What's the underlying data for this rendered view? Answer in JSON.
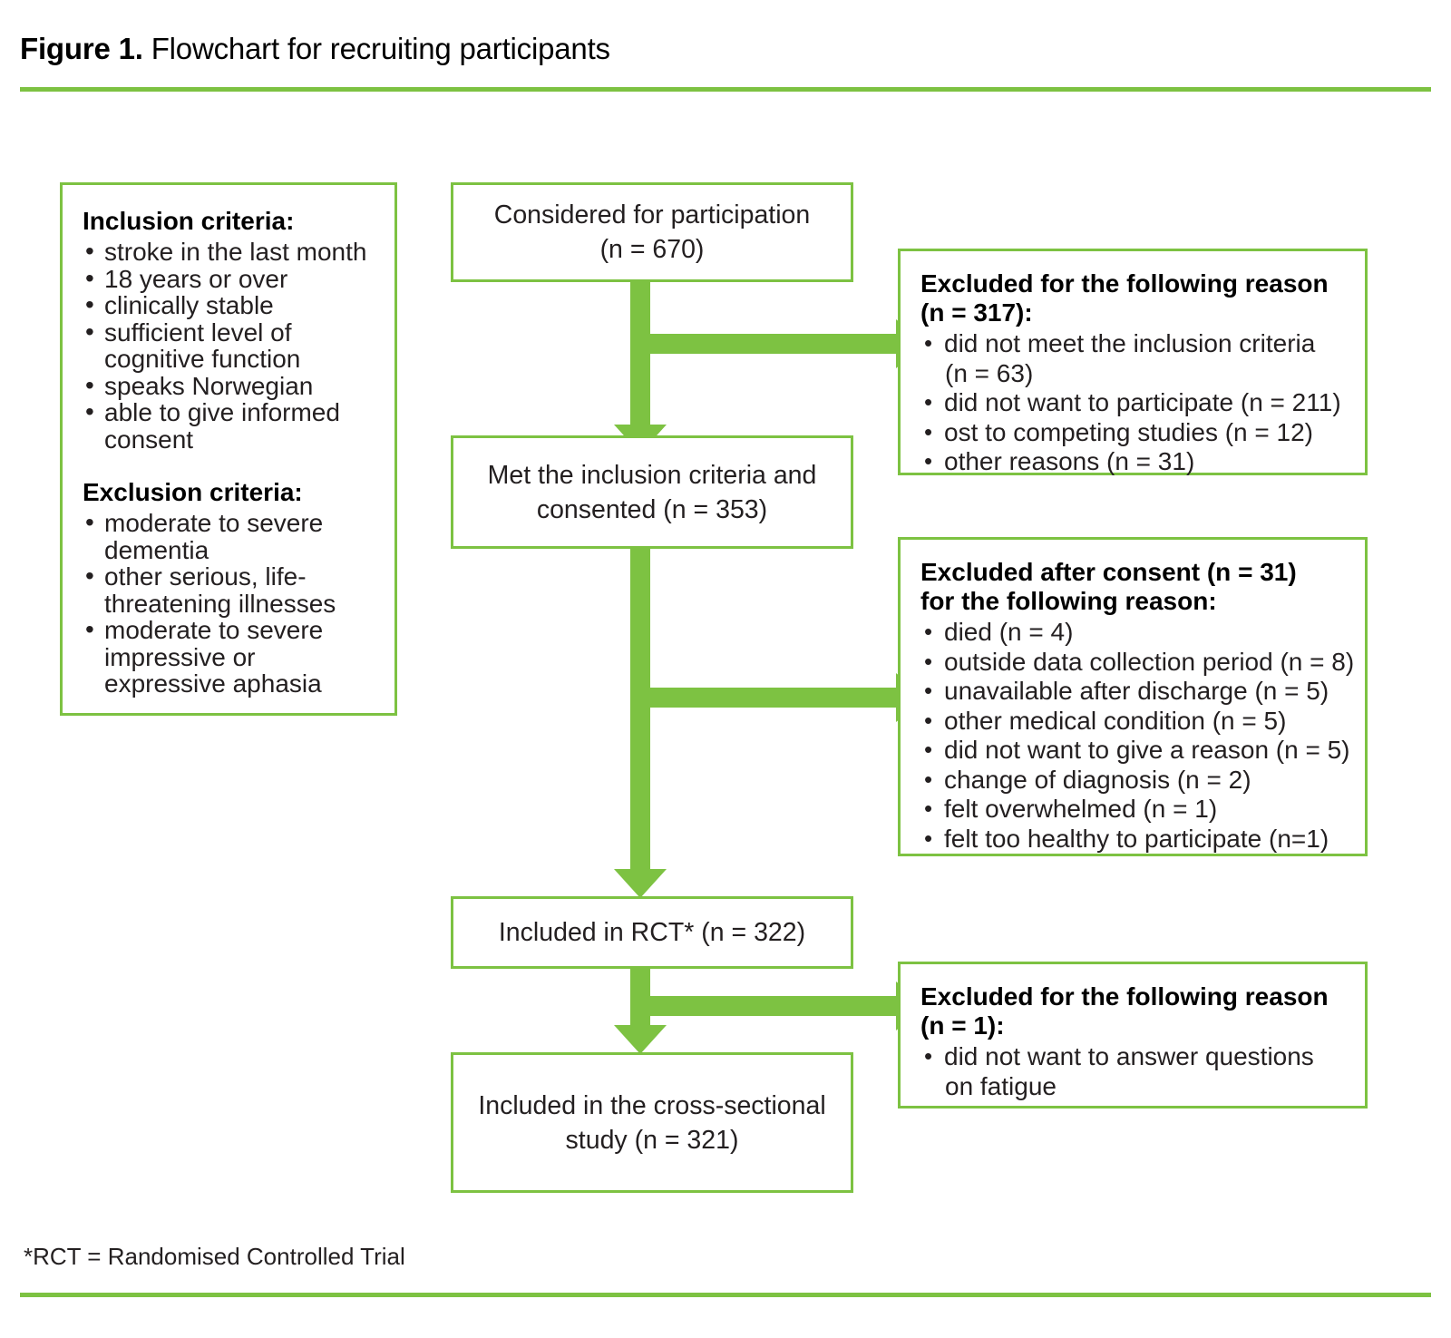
{
  "figure": {
    "label": "Figure 1.",
    "title": "Flowchart for recruiting participants"
  },
  "criteria_box": {
    "inclusion_heading": "Inclusion criteria:",
    "inclusion_items": [
      "stroke in the last month",
      "18 years or over",
      "clinically stable",
      "sufficient level of cognitive function",
      "speaks Norwegian",
      "able to give informed consent"
    ],
    "exclusion_heading": "Exclusion criteria:",
    "exclusion_items": [
      "moderate to severe dementia",
      "other serious, life-threatening illnesses",
      "moderate to severe impressive or expressive aphasia"
    ]
  },
  "flow": {
    "considered": "Considered for participation\n(n = 670)",
    "considered_line1": "Considered for participation",
    "considered_line2": "(n = 670)",
    "met_line1": "Met the inclusion criteria and",
    "met_line2": "consented (n = 353)",
    "rct_line1": "Included in RCT* (n = 322)",
    "cross_line1": "Included in the cross-sectional",
    "cross_line2": "study (n = 321)"
  },
  "excluded_1": {
    "heading_line1": "Excluded for the following reason",
    "heading_line2": "(n = 317):",
    "items": [
      {
        "text": "did not meet the inclusion criteria",
        "sub": "(n = 63)"
      },
      {
        "text": "did not want to participate (n = 211)",
        "sub": ""
      },
      {
        "text": "ost to competing studies (n = 12)",
        "sub": ""
      },
      {
        "text": "other reasons (n = 31)",
        "sub": ""
      }
    ]
  },
  "excluded_2": {
    "heading_line1": "Excluded after consent (n = 31)",
    "heading_line2": "for the following reason:",
    "items": [
      "died (n = 4)",
      "outside data collection period (n = 8)",
      "unavailable after discharge (n = 5)",
      "other medical condition (n = 5)",
      "did not want to give a reason (n = 5)",
      "change of diagnosis (n = 2)",
      "felt overwhelmed (n = 1)",
      "felt too healthy to participate (n=1)"
    ]
  },
  "excluded_3": {
    "heading_line1": "Excluded for the following reason",
    "heading_line2": "(n = 1):",
    "items": [
      {
        "text": "did not want to answer questions",
        "sub": "on fatigue"
      }
    ]
  },
  "footnote": "*RCT = Randomised Controlled Trial",
  "colors": {
    "accent_green": "#7DC242",
    "text": "#231f20"
  }
}
